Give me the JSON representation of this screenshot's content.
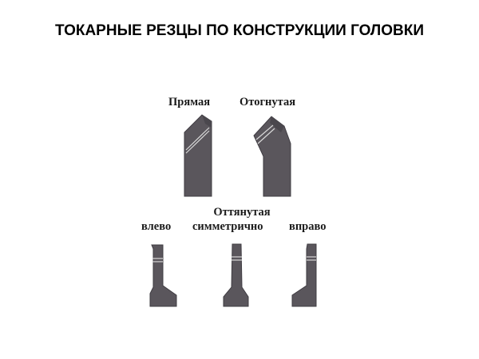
{
  "title": "ТОКАРНЫЕ РЕЗЦЫ ПО КОНСТРУКЦИИ ГОЛОВКИ",
  "labels": {
    "straight": "Прямая",
    "bent": "Отогнутая",
    "drawn_line1": "Оттянутая",
    "drawn_line2": "симметрично",
    "left": "влево",
    "right": "вправо"
  },
  "colors": {
    "tool_fill": "#5a565c",
    "tool_shade": "#3f3c42",
    "edge_line": "#d8d8d8",
    "text": "#1a1a1a"
  }
}
